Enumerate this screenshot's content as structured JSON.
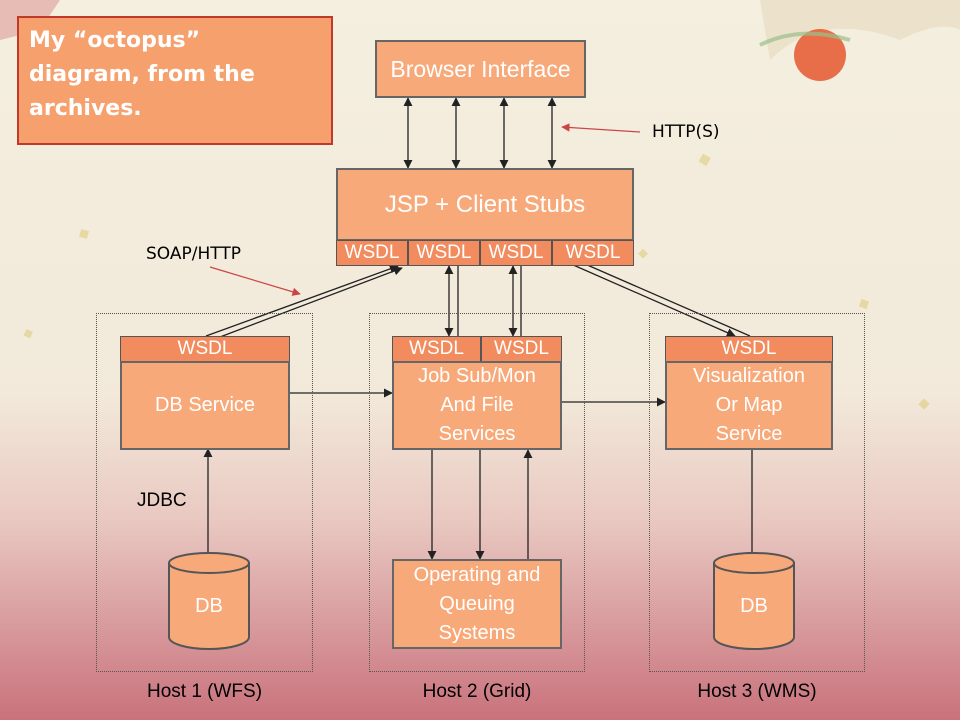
{
  "caption": {
    "lines": [
      "My “octopus”",
      "diagram, from the",
      "archives."
    ]
  },
  "browser": {
    "label": "Browser Interface"
  },
  "jsp": {
    "label": "JSP + Client Stubs",
    "wsdl": [
      "WSDL",
      "WSDL",
      "WSDL",
      "WSDL"
    ]
  },
  "notes": {
    "http": "HTTP(S)",
    "soap": "SOAP/HTTP",
    "jdbc": "JDBC"
  },
  "db_service": {
    "wsdl": "WSDL",
    "label": "DB Service"
  },
  "job": {
    "wsdl": [
      "WSDL",
      "WSDL"
    ],
    "lines": [
      "Job Sub/Mon",
      "And File",
      "Services"
    ]
  },
  "viz": {
    "wsdl": "WSDL",
    "lines": [
      "Visualization",
      "Or Map",
      "Service"
    ]
  },
  "queue": {
    "lines": [
      "Operating and",
      "Queuing",
      "Systems"
    ]
  },
  "db1": {
    "label": "DB"
  },
  "db3": {
    "label": "DB"
  },
  "hosts": [
    "Host 1 (WFS)",
    "Host 2 (Grid)",
    "Host 3 (WMS)"
  ],
  "colors": {
    "box_fill": "#f8a979",
    "wsdl_fill": "#f28c5e",
    "caption_border": "#c0392b"
  }
}
